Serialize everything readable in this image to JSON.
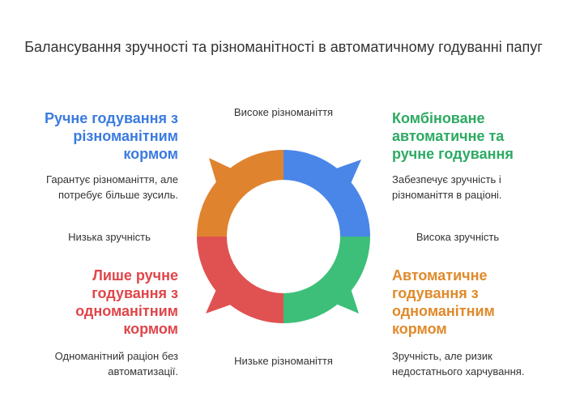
{
  "title": "Балансування зручності та різноманітності в автоматичному годуванні папуг",
  "axes": {
    "top": "Високе різноманіття",
    "bottom": "Низьке різноманіття",
    "left": "Низька зручність",
    "right": "Висока зручність"
  },
  "quadrants": {
    "top_left": {
      "heading_lines": [
        "Ручне годування з",
        "різноманітним",
        "кормом"
      ],
      "description_lines": [
        "Гарантує різноманіття, але",
        "потребує більше зусиль."
      ],
      "color": "#3b7be0"
    },
    "top_right": {
      "heading_lines": [
        "Комбіноване",
        "автоматичне та",
        "ручне годування"
      ],
      "description_lines": [
        "Забезпечує зручність і",
        "різноманіття в раціоні."
      ],
      "color": "#2daa63"
    },
    "bottom_left": {
      "heading_lines": [
        "Лише ручне",
        "годування з",
        "одноманітним",
        "кормом"
      ],
      "description_lines": [
        "Одноманітний раціон без",
        "автоматизації."
      ],
      "color": "#e0454a"
    },
    "bottom_right": {
      "heading_lines": [
        "Автоматичне",
        "годування з",
        "одноманітним",
        "кормом"
      ],
      "description_lines": [
        "Зручність, але ризик",
        "недостатнього харчування."
      ],
      "color": "#e08a2b"
    }
  },
  "cycle_colors": {
    "top_left": "#e0832f",
    "top_right": "#4a86e8",
    "bottom_right": "#3dbf79",
    "bottom_left": "#e05252"
  }
}
